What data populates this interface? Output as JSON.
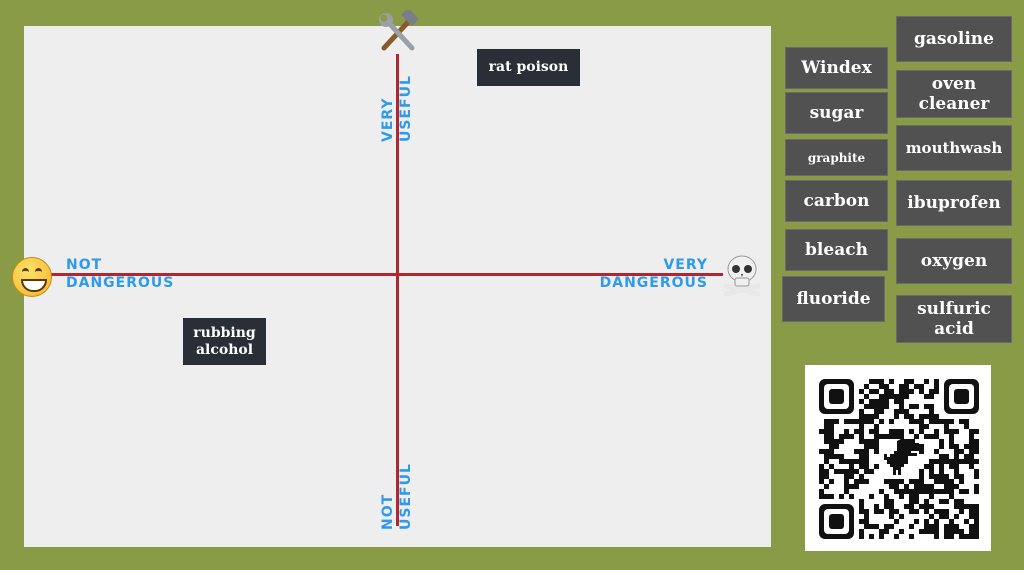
{
  "axes": {
    "left": [
      "NOT",
      "DANGEROUS"
    ],
    "right": [
      "VERY",
      "DANGEROUS"
    ],
    "top": [
      "VERY",
      "USEFUL"
    ],
    "bottom": [
      "NOT",
      "USEFUL"
    ]
  },
  "icons": {
    "left": "grinning-face-icon",
    "top": "hammer-and-wrench-icon",
    "right": "skull-and-crossbones-icon"
  },
  "placed_cards": [
    "rat poison",
    "rubbing\nalcohol"
  ],
  "card_bank_left": [
    "Windex",
    "sugar",
    "graphite",
    "carbon",
    "bleach",
    "fluoride"
  ],
  "card_bank_right": [
    "gasoline",
    "oven\ncleaner",
    "mouthwash",
    "ibuprofen",
    "oxygen",
    "sulfuric\nacid"
  ],
  "qr_code": "qr-code-with-dinosaur-icon",
  "colors": {
    "background": "#8a9b47",
    "board": "#eeeeee",
    "axis": "#b0272f",
    "axis_label": "#2f9be8",
    "card": "#515151",
    "placed_card": "#2a2e36"
  }
}
